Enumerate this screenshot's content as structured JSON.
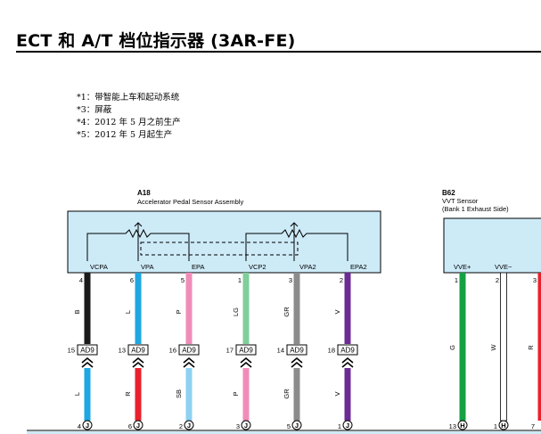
{
  "title": "ECT 和 A/T 档位指示器 (3AR-FE)",
  "notes": [
    "*1：带智能上车和起动系统",
    "*3：屏蔽",
    "*4：2012 年 5 月之前生产",
    "*5：2012 年 5 月起生产"
  ],
  "colors": {
    "component_fill": "#cdeaf7",
    "B": "#1a1a1a",
    "L": "#1ea7e2",
    "P": "#f08cb8",
    "LG": "#7fcf9a",
    "GR": "#8c8c8c",
    "V": "#6b2c96",
    "R": "#e8212d",
    "SB": "#8fd1f0",
    "G": "#15a143",
    "W": "#ffffff"
  },
  "components": {
    "a18": {
      "code": "A18",
      "name": "Accelerator Pedal Sensor Assembly",
      "pins": [
        {
          "num": "4",
          "label": "VCPA",
          "wire": "B",
          "connector": "AD9",
          "cpin": "15",
          "wire2": "L",
          "jpin": "4",
          "jcon": "J"
        },
        {
          "num": "6",
          "label": "VPA",
          "wire": "L",
          "connector": "AD9",
          "cpin": "13",
          "wire2": "R",
          "jpin": "6",
          "jcon": "J"
        },
        {
          "num": "5",
          "label": "EPA",
          "wire": "P",
          "connector": "AD9",
          "cpin": "16",
          "wire2": "SB",
          "jpin": "2",
          "jcon": "J"
        },
        {
          "num": "1",
          "label": "VCP2",
          "wire": "LG",
          "connector": "AD9",
          "cpin": "17",
          "wire2": "P",
          "jpin": "3",
          "jcon": "J"
        },
        {
          "num": "3",
          "label": "VPA2",
          "wire": "GR",
          "connector": "AD9",
          "cpin": "14",
          "wire2": "GR",
          "jpin": "5",
          "jcon": "J"
        },
        {
          "num": "2",
          "label": "EPA2",
          "wire": "V",
          "connector": "AD9",
          "cpin": "18",
          "wire2": "V",
          "jpin": "1",
          "jcon": "J"
        }
      ]
    },
    "b62": {
      "code": "B62",
      "name_line1": "VVT Sensor",
      "name_line2": "(Bank 1 Exhaust Side)",
      "pins": [
        {
          "num": "1",
          "label": "VVE+",
          "wire": "G",
          "jpin": "13",
          "jcon": "H"
        },
        {
          "num": "2",
          "label": "VVE−",
          "wire": "W",
          "jpin": "1",
          "jcon": "H"
        },
        {
          "num": "3",
          "label": "",
          "wire": "R",
          "jpin": "7",
          "jcon": ""
        }
      ]
    }
  }
}
